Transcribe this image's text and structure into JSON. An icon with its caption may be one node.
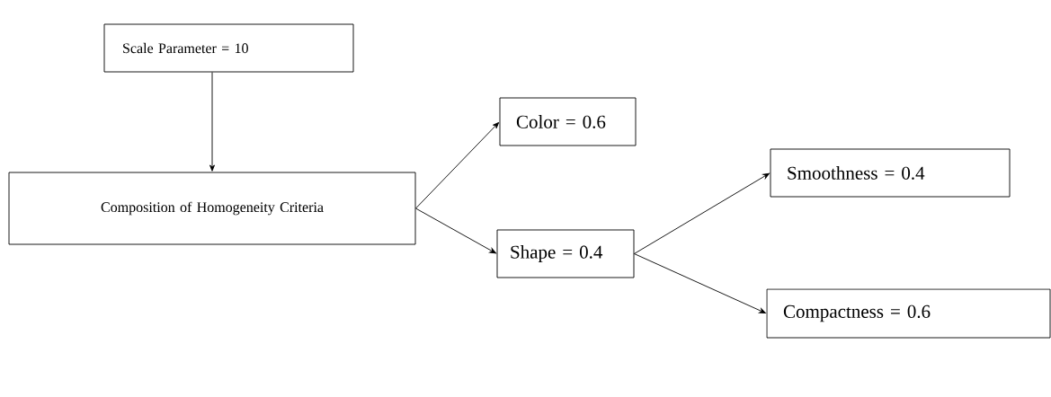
{
  "diagram": {
    "nodes": [
      {
        "text": [
          "Scale Parameter  = 10"
        ]
      },
      {
        "text": [
          "Composition of Homogeneity Criteria"
        ]
      },
      {
        "text": [
          "Color  = 0.6"
        ]
      },
      {
        "text": [
          "Shape  = 0.4"
        ]
      },
      {
        "text": [
          "Smoothness  = 0.4"
        ]
      },
      {
        "text": [
          "Compactness  = 0.6"
        ]
      }
    ],
    "edges": [
      {
        "from": 0,
        "to": 1,
        "arrow": "to"
      },
      {
        "from": 1,
        "to": 2,
        "arrow": "to"
      },
      {
        "from": 1,
        "to": 3,
        "arrow": "to"
      },
      {
        "from": 3,
        "to": 4,
        "arrow": "to"
      },
      {
        "from": 3,
        "to": 5,
        "arrow": "to"
      }
    ]
  }
}
